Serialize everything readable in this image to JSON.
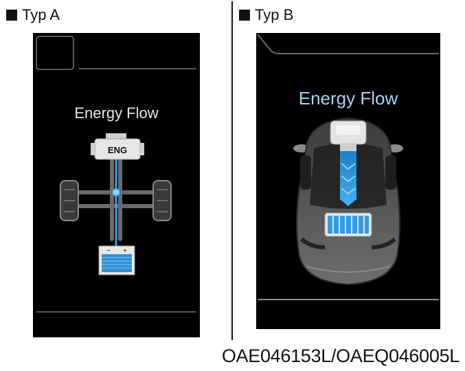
{
  "typeA": {
    "label": "Typ A",
    "title": "Energy Flow",
    "engine_label": "ENG",
    "battery_minus": "−",
    "battery_plus": "+"
  },
  "typeB": {
    "label": "Typ B",
    "title": "Energy Flow"
  },
  "figure_code": "OAE046153L/OAEQ046005L",
  "colors": {
    "flow_blue": "#35a9ee",
    "title_blue": "#a7d3ef",
    "screen_bg": "#000000"
  }
}
